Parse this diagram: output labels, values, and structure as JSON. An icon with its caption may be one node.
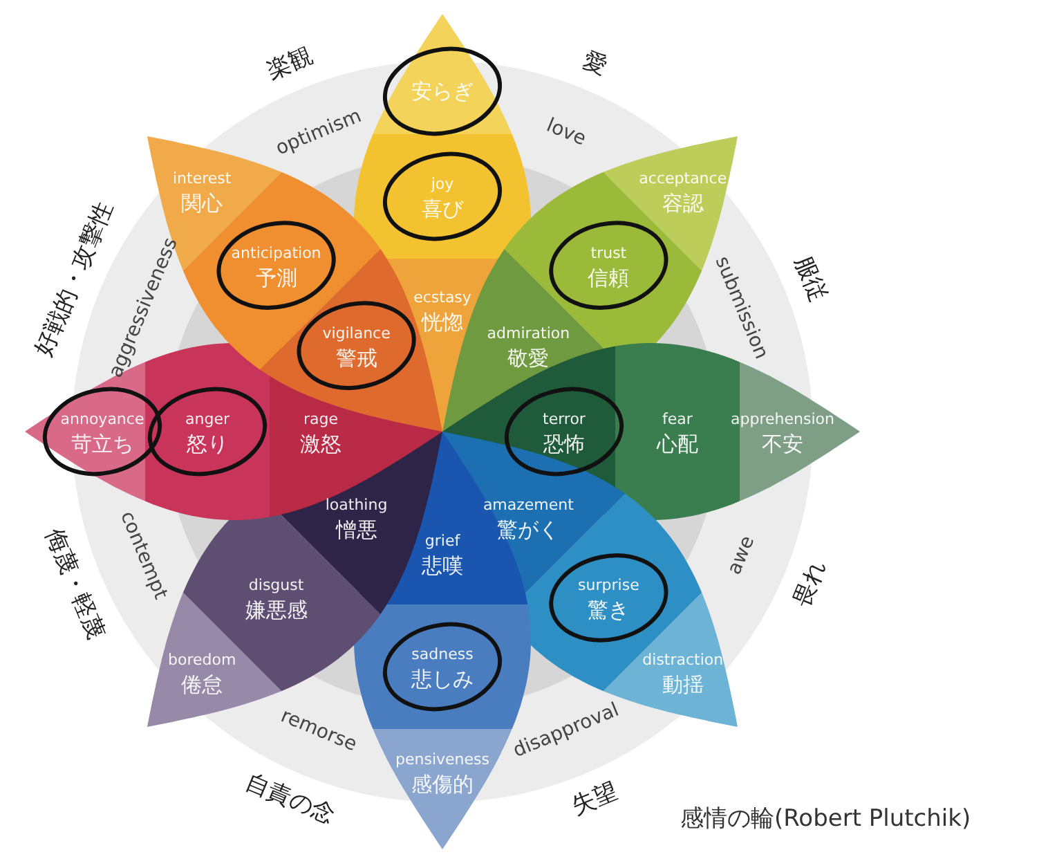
{
  "diagram": {
    "caption": "感情の輪(Robert Plutchik)",
    "nodes": [
      {
        "text": [
          "安らぎ"
        ]
      },
      {
        "text": [
          "joy",
          "喜び"
        ]
      },
      {
        "text": [
          "ecstasy",
          "恍惚"
        ]
      },
      {
        "text": [
          "acceptance",
          "容認"
        ]
      },
      {
        "text": [
          "trust",
          "信頼"
        ]
      },
      {
        "text": [
          "admiration",
          "敬愛"
        ]
      },
      {
        "text": [
          "apprehension",
          "不安"
        ]
      },
      {
        "text": [
          "fear",
          "心配"
        ]
      },
      {
        "text": [
          "terror",
          "恐怖"
        ]
      },
      {
        "text": [
          "distraction",
          "動揺"
        ]
      },
      {
        "text": [
          "surprise",
          "驚き"
        ]
      },
      {
        "text": [
          "amazement",
          "驚がく"
        ]
      },
      {
        "text": [
          "pensiveness",
          "感傷的"
        ]
      },
      {
        "text": [
          "sadness",
          "悲しみ"
        ]
      },
      {
        "text": [
          "grief",
          "悲嘆"
        ]
      },
      {
        "text": [
          "boredom",
          "倦怠"
        ]
      },
      {
        "text": [
          "disgust",
          "嫌悪感"
        ]
      },
      {
        "text": [
          "loathing",
          "憎悪"
        ]
      },
      {
        "text": [
          "annoyance",
          "苛立ち"
        ]
      },
      {
        "text": [
          "anger",
          "怒り"
        ]
      },
      {
        "text": [
          "rage",
          "激怒"
        ]
      },
      {
        "text": [
          "interest",
          "関心"
        ]
      },
      {
        "text": [
          "anticipation",
          "予測"
        ]
      },
      {
        "text": [
          "vigilance",
          "警戒"
        ]
      }
    ],
    "labels": [
      "楽観",
      "optimism",
      "愛",
      "love",
      "服従",
      "submission",
      "畏れ",
      "awe",
      "失望",
      "disapproval",
      "自責の念",
      "remorse",
      "侮蔑・軽蔑",
      "contempt",
      "好戦的・攻撃性",
      "aggressiveness"
    ]
  }
}
